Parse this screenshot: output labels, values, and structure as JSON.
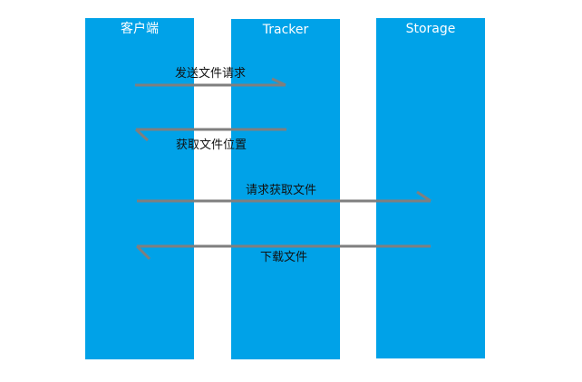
{
  "lanes": [
    {
      "title": "客户端"
    },
    {
      "title": "Tracker"
    },
    {
      "title": "Storage"
    }
  ],
  "messages": [
    {
      "label": "发送文件请求",
      "from": "客户端",
      "to": "Tracker"
    },
    {
      "label": "获取文件位置",
      "from": "Tracker",
      "to": "客户端"
    },
    {
      "label": "请求获取文件",
      "from": "客户端",
      "to": "Storage"
    },
    {
      "label": "下载文件",
      "from": "Storage",
      "to": "客户端"
    }
  ],
  "colors": {
    "lane_fill": "#00a2e8",
    "lane_title": "#ffffff",
    "arrow": "#7f7f7f",
    "label": "#111111"
  }
}
